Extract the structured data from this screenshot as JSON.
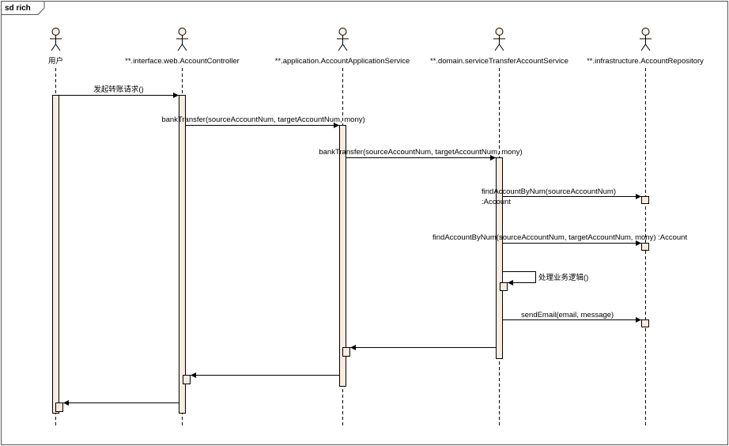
{
  "frame": {
    "title": "sd rich"
  },
  "lifelines": [
    {
      "id": "user",
      "label": "用户"
    },
    {
      "id": "controller",
      "label": "**.interface.web.AccountController"
    },
    {
      "id": "appservice",
      "label": "**.application.AccountApplicationService"
    },
    {
      "id": "domainservice",
      "label": "**.domain.serviceTransferAccountService"
    },
    {
      "id": "repository",
      "label": "**.infrastructure.AccountRepository"
    }
  ],
  "messages": [
    {
      "from": "user",
      "to": "controller",
      "label": "发起转账请求()"
    },
    {
      "from": "controller",
      "to": "appservice",
      "label": "bankTransfer(sourceAccountNum, targetAccountNum, mony)"
    },
    {
      "from": "appservice",
      "to": "domainservice",
      "label": "bankTransfer(sourceAccountNum, targetAccountNum, mony)"
    },
    {
      "from": "domainservice",
      "to": "repository",
      "label": "findAccountByNum(sourceAccountNum)",
      "label2": ":Account"
    },
    {
      "from": "domainservice",
      "to": "repository",
      "label": "findAccountByNum(sourceAccountNum, targetAccountNum, mony) :Account"
    },
    {
      "from": "domainservice",
      "to": "domainservice",
      "label": "处理业务逻辑()"
    },
    {
      "from": "domainservice",
      "to": "repository",
      "label": "sendEmail(email, message)"
    },
    {
      "from": "domainservice",
      "to": "appservice",
      "label": ""
    },
    {
      "from": "appservice",
      "to": "controller",
      "label": ""
    },
    {
      "from": "controller",
      "to": "user",
      "label": ""
    }
  ],
  "colors": {
    "activation_fill": "#f8ece0",
    "line": "#000000"
  }
}
